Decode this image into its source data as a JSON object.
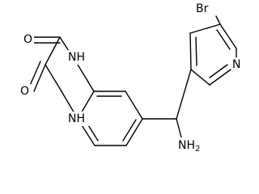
{
  "molecule": {
    "atoms": {
      "bromine": "Br",
      "pyridine_nitrogen": "N",
      "amine": "NH",
      "amine_subscript": "2",
      "upper_ring_nh": "NH",
      "lower_ring_nh": "NH",
      "upper_carbonyl_oxygen": "O",
      "lower_carbonyl_oxygen": "O"
    }
  },
  "colors": {
    "bond": "#000000",
    "background": "#ffffff"
  }
}
